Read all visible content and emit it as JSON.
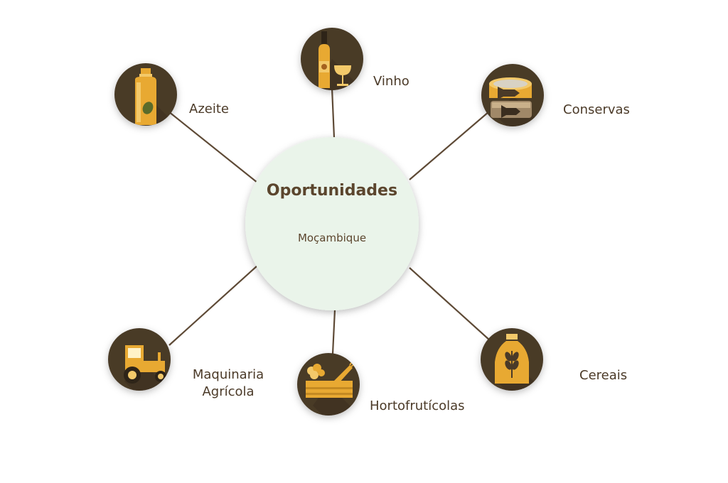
{
  "center": {
    "title": "Oportunidades",
    "subtitle": "Moçambique"
  },
  "nodes": [
    {
      "id": "azeite",
      "label": "Azeite",
      "icon": "olive-oil-bottle-icon"
    },
    {
      "id": "vinho",
      "label": "Vinho",
      "icon": "wine-bottle-glass-icon"
    },
    {
      "id": "conservas",
      "label": "Conservas",
      "icon": "fish-can-icon"
    },
    {
      "id": "maquinaria",
      "label_line1": "Maquinaria",
      "label_line2": "Agrícola",
      "icon": "tractor-icon"
    },
    {
      "id": "horto",
      "label": "Hortofrutícolas",
      "icon": "vegetable-crate-icon"
    },
    {
      "id": "cereais",
      "label": "Cereais",
      "icon": "grain-sack-icon"
    }
  ],
  "colors": {
    "icon_circle": "#4a3a28",
    "icon_yellow": "#e8a932",
    "icon_light": "#f3c96a",
    "spoke": "#5e4a36",
    "center_fill": "#eaf4ea",
    "text": "#5b452d"
  }
}
